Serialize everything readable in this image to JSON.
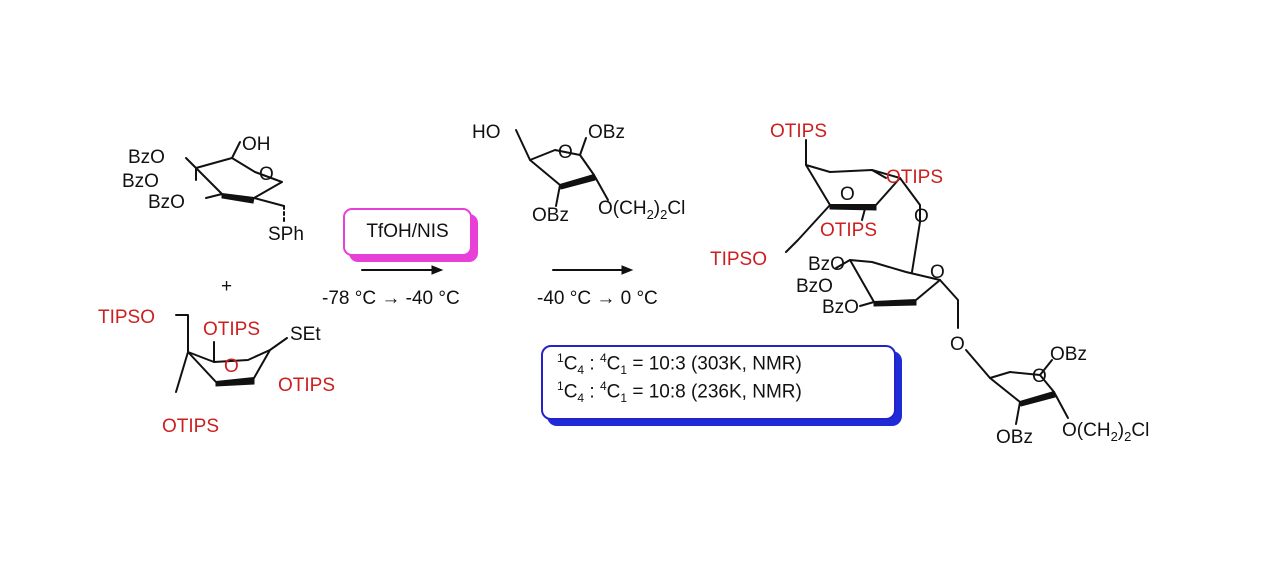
{
  "reactant_thioglycoside": {
    "labels": [
      "BzO",
      "BzO",
      "BzO",
      "OH",
      "O",
      "SPh"
    ]
  },
  "plus_sign": "+",
  "reactant_tips_donor": {
    "labels": [
      "TIPSO",
      "OTIPS",
      "O",
      "SEt",
      "OTIPS",
      "OTIPS"
    ]
  },
  "step1": {
    "reagent": "TfOH/NIS",
    "condition": "-78 °C → -40 °C"
  },
  "acceptor": {
    "labels": [
      "HO",
      "O",
      "OBz",
      "OBz",
      "O(CH",
      "2",
      ")",
      "2",
      "Cl"
    ]
  },
  "step2": {
    "condition": "-40 °C → 0 °C"
  },
  "ratio_box": {
    "line1": {
      "a_sup": "1",
      "a_main": "C",
      "a_sub": "4",
      "sep": " : ",
      "b_sup": "4",
      "b_main": "C",
      "b_sub": "1",
      "rest": " = 10:3 (303K, NMR)"
    },
    "line2": {
      "a_sup": "1",
      "a_main": "C",
      "a_sub": "4",
      "sep": " : ",
      "b_sup": "4",
      "b_main": "C",
      "b_sub": "1",
      "rest": " = 10:8 (236K, NMR)"
    }
  },
  "product": {
    "labels": [
      "OTIPS",
      "O",
      "OTIPS",
      "OTIPS",
      "O",
      "TIPSO",
      "BzO",
      "BzO",
      "BzO",
      "O",
      "O",
      "O",
      "OBz",
      "OBz",
      "O(CH",
      "2",
      ")",
      "2",
      "Cl"
    ]
  },
  "colors": {
    "tips_red": "#cc1f1f",
    "text_black": "#111111",
    "reagent_border": "#e83fd8",
    "ratio_border": "#2323c8"
  }
}
